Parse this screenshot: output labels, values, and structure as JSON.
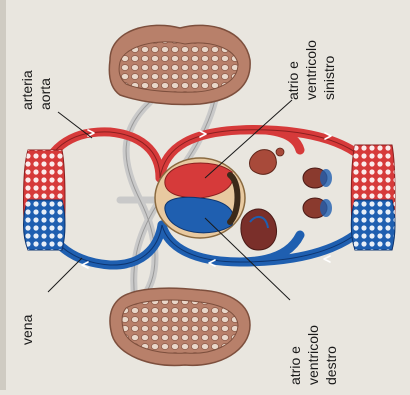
{
  "figure": {
    "labels": {
      "artery": "arteria aorta",
      "left_heart": "atrio e ventricolo sinistro",
      "vein": "vena",
      "right_heart": "atrio e ventricolo destro"
    },
    "colors": {
      "oxygenated": "#d63a3a",
      "deoxygenated": "#1f5fb0",
      "lung": "#b8806a",
      "heart_outer": "#e8c9a0",
      "lymph_vessel": "#c9c9c9",
      "page": "#e9e6df",
      "label_text": "#1a1a1a"
    }
  }
}
